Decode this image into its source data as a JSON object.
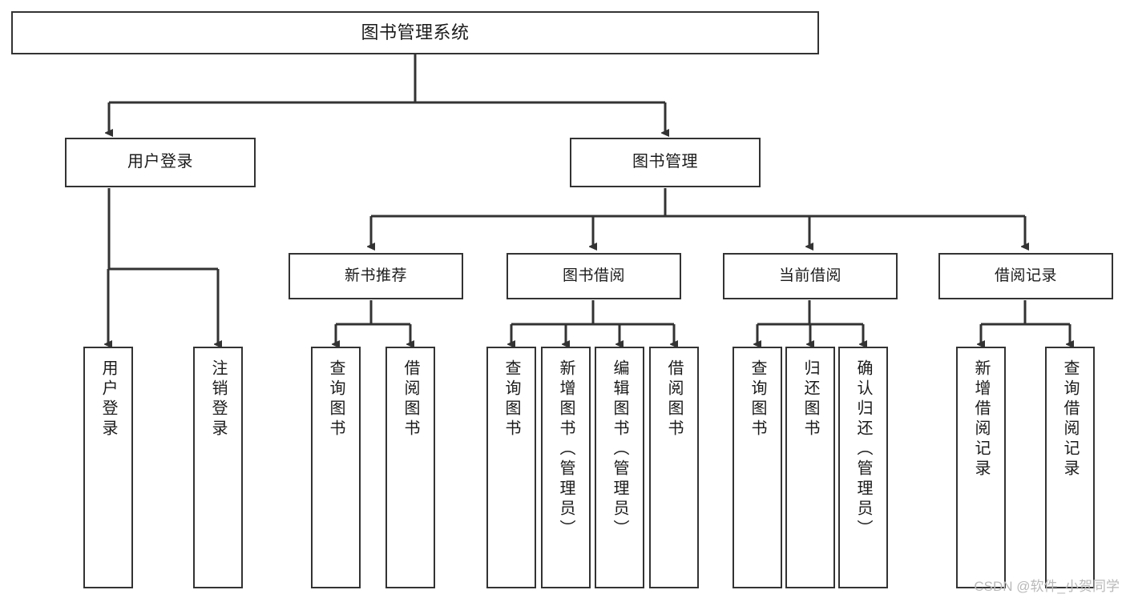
{
  "diagram": {
    "type": "tree",
    "title": "图书管理系统",
    "colors": {
      "stroke": "#333333",
      "fill": "#ffffff",
      "text": "#1b1b1b",
      "watermark": "#b9b9b9"
    },
    "root": {
      "label": "图书管理系统"
    },
    "level1": [
      {
        "label": "用户登录"
      },
      {
        "label": "图书管理"
      }
    ],
    "level2": [
      {
        "label": "新书推荐"
      },
      {
        "label": "图书借阅"
      },
      {
        "label": "当前借阅"
      },
      {
        "label": "借阅记录"
      }
    ],
    "leaves": {
      "user_login": [
        {
          "label": "用户登录"
        },
        {
          "label": "注销登录"
        }
      ],
      "new_book_recommend": [
        {
          "label": "查询图书"
        },
        {
          "label": "借阅图书"
        }
      ],
      "book_borrow": [
        {
          "label": "查询图书"
        },
        {
          "label": "新增图书（管理员）"
        },
        {
          "label": "编辑图书（管理员）"
        },
        {
          "label": "借阅图书"
        }
      ],
      "current_borrow": [
        {
          "label": "查询图书"
        },
        {
          "label": "归还图书"
        },
        {
          "label": "确认归还（管理员）"
        }
      ],
      "borrow_record": [
        {
          "label": "新增借阅记录"
        },
        {
          "label": "查询借阅记录"
        }
      ]
    }
  },
  "watermark": {
    "text": "CSDN @软件_小贺同学"
  }
}
